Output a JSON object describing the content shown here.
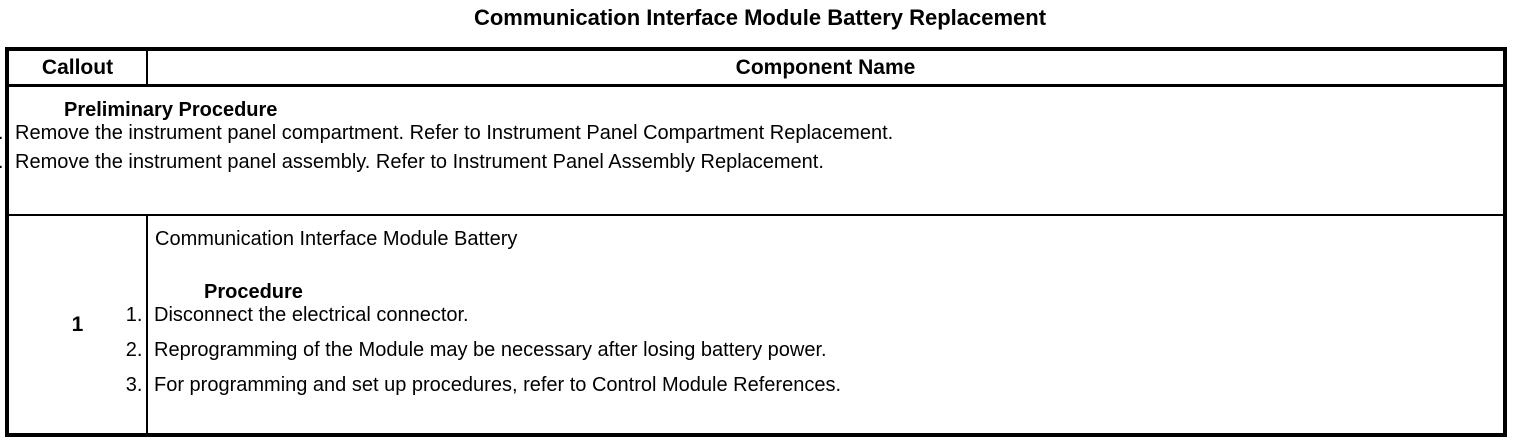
{
  "title": "Communication Interface Module Battery Replacement",
  "table": {
    "headers": {
      "callout": "Callout",
      "component_name": "Component Name"
    },
    "preliminary": {
      "heading": "Preliminary Procedure",
      "steps": [
        "Remove the instrument panel compartment. Refer to Instrument Panel Compartment Replacement.",
        "Remove the instrument panel assembly. Refer to Instrument Panel Assembly Replacement."
      ]
    },
    "rows": [
      {
        "callout": "1",
        "component": "Communication Interface Module Battery",
        "procedure_heading": "Procedure",
        "steps": [
          "Disconnect the electrical connector.",
          "Reprogramming of the Module may be necessary after losing battery power.",
          "For programming and set up procedures, refer to Control Module References."
        ]
      }
    ]
  },
  "colors": {
    "text": "#000000",
    "background": "#ffffff",
    "border": "#000000"
  }
}
